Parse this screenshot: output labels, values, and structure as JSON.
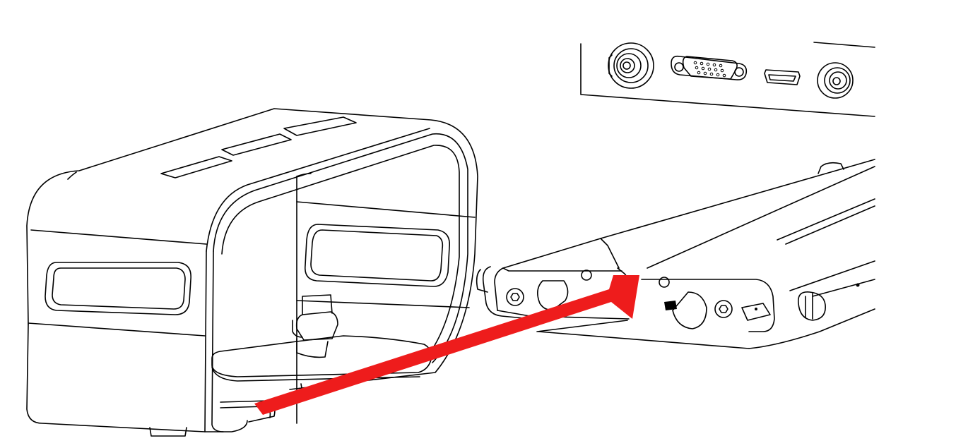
{
  "diagram": {
    "kind": "assembly-illustration",
    "style": "line-art",
    "parts": [
      {
        "id": "bracket",
        "icon": "u-shaped-mount-bracket"
      },
      {
        "id": "rail",
        "icon": "mounting-rail"
      },
      {
        "id": "device-panel",
        "icon": "rear-connector-panel"
      }
    ],
    "connectors": [
      "bnc-connector-icon",
      "vga-connector-icon",
      "hdmi-connector-icon",
      "bnc-connector-icon"
    ],
    "arrow": {
      "color": "#ee1c1c",
      "from": "bracket",
      "to": "rail",
      "meaning": "slide direction"
    }
  }
}
